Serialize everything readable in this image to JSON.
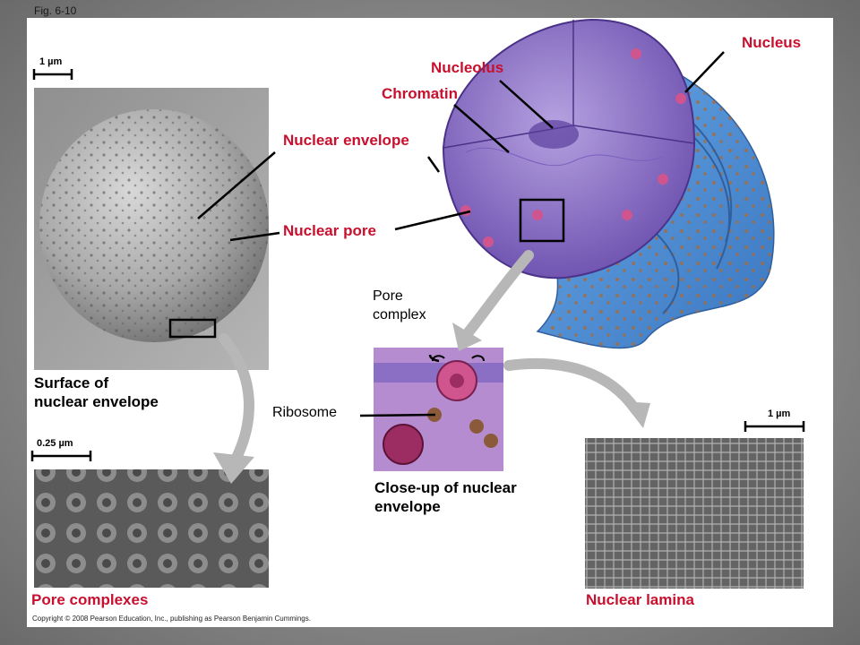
{
  "figure_label": "Fig. 6-10",
  "labels": {
    "nucleus": "Nucleus",
    "nucleolus": "Nucleolus",
    "chromatin": "Chromatin",
    "nuclear_envelope": "Nuclear envelope",
    "nuclear_pore": "Nuclear pore",
    "pore_complex_line1": "Pore",
    "pore_complex_line2": "complex",
    "ribosome": "Ribosome",
    "surface_line1": "Surface of",
    "surface_line2": "nuclear envelope",
    "closeup_line1": "Close-up of nuclear",
    "closeup_line2": "envelope",
    "pore_complexes": "Pore complexes",
    "nuclear_lamina": "Nuclear lamina"
  },
  "scale_bars": {
    "surface": "1 µm",
    "pore_complexes": "0.25 µm",
    "lamina": "1 µm"
  },
  "copyright": "Copyright © 2008 Pearson Education, Inc., publishing as Pearson Benjamin Cummings.",
  "colors": {
    "label_red": "#c8102e",
    "nucleus_purple": "#8a6fc4",
    "er_blue": "#4d8fd6",
    "pore_pink": "#d0558f",
    "arrow_gray": "#b7b7b7"
  }
}
